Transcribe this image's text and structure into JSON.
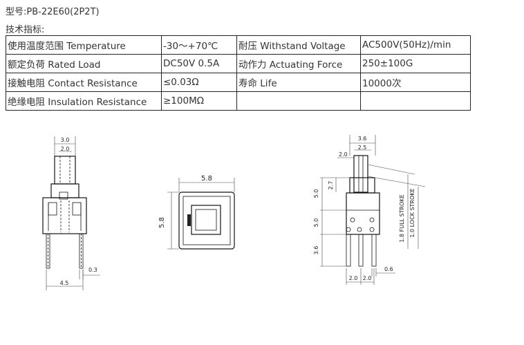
{
  "model_line": "型号:PB-22E60(2P2T)",
  "spec_heading": "技术指标:",
  "specs": [
    [
      "使用温度范围 Temperature",
      "-30～+70℃",
      "耐压 Withstand Voltage",
      "AC500V(50Hz)/min"
    ],
    [
      "额定负荷 Rated Load",
      "DC50V 0.5A",
      "动作力 Actuating Force",
      "250±100G"
    ],
    [
      "接触电阻 Contact Resistance",
      "≤0.03Ω",
      "寿命 Life",
      "10000次"
    ],
    [
      "绝缘电阻 Insulation Resistance",
      "≥100MΩ",
      "",
      ""
    ]
  ],
  "drawing": {
    "side": {
      "top_width": "3.0",
      "inner_width": "2.0",
      "pin": "0.3",
      "base": "4.5"
    },
    "front": {
      "width": "5.8",
      "height": "5.8"
    },
    "profile": {
      "top_width": "3.6",
      "inner_width": "2.5",
      "left_offset": "2.0",
      "offset_small": "2.7",
      "h_upper": "5.0",
      "h_middle": "5.0",
      "h_lower": "3.6",
      "full_stroke": "1.8 FULL STROKE",
      "lock_stroke": "1.0 LOCK STROKE",
      "pin_pitch_a": "2.0",
      "pin_pitch_b": "2.0",
      "pin_width": "0.6"
    }
  }
}
